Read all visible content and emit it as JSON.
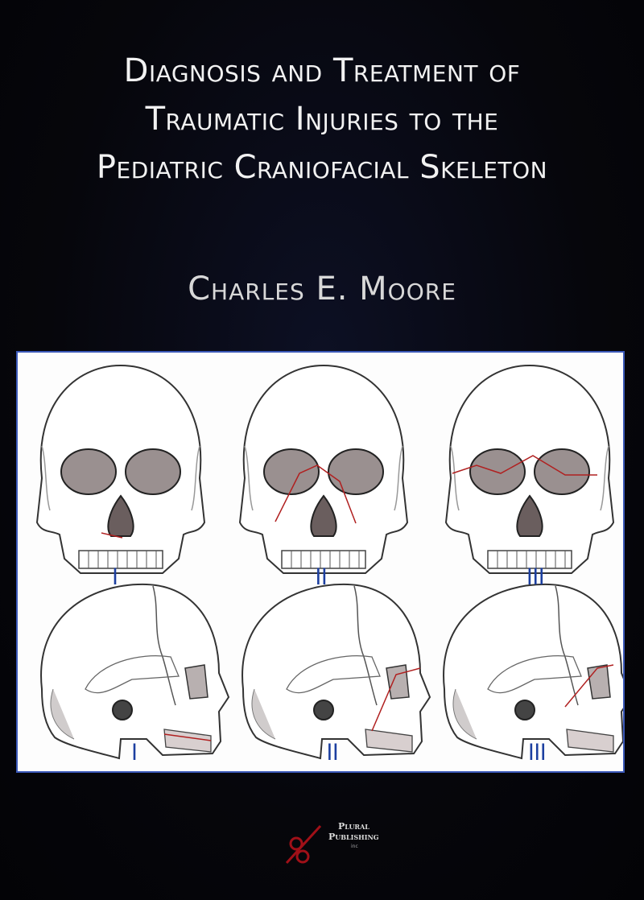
{
  "cover": {
    "title_lines": [
      "Diagnosis and Treatment of",
      "Traumatic Injuries to the",
      "Pediatric Craniofacial Skeleton"
    ],
    "author": "Charles E. Moore",
    "colors": {
      "background": "#06060b",
      "title": "#f2f2f2",
      "label": "#1c3fa0",
      "fracture": "#b02020",
      "panel_border": "#3a58b8"
    }
  },
  "illustration": {
    "frontal_row": [
      {
        "view": "frontal-skull",
        "label": "I"
      },
      {
        "view": "frontal-skull",
        "label": "II"
      },
      {
        "view": "frontal-skull",
        "label": "III"
      }
    ],
    "lateral_row": [
      {
        "view": "lateral-skull",
        "label": "I"
      },
      {
        "view": "lateral-skull",
        "label": "II"
      },
      {
        "view": "lateral-skull",
        "label": "III"
      }
    ]
  },
  "publisher": {
    "line1": "Plural",
    "line2": "Publishing",
    "suffix": "inc"
  }
}
